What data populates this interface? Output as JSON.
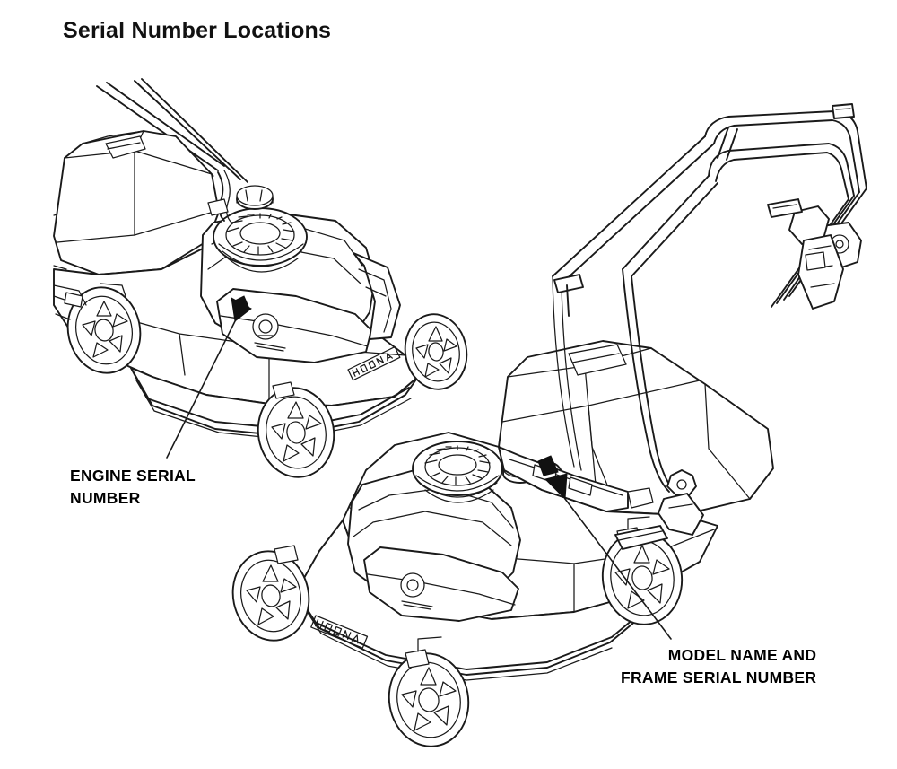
{
  "document": {
    "title": "Serial Number Locations",
    "background_color": "#ffffff",
    "line_color": "#1a1a1a",
    "text_color": "#000000"
  },
  "figure": {
    "name": "lawn-mower-serial-number-diagram",
    "type": "technical-line-illustration",
    "description": "Two three-quarter views of a walk-behind lawn mower with leader lines and solid arrowheads indicating serial number plate locations",
    "brand_emboss": "HONDA",
    "views": [
      {
        "id": "upper-left-mower",
        "label": "Upper left mower view (partial, cropped at left edge)"
      },
      {
        "id": "lower-right-mower",
        "label": "Lower right mower view with full handlebar"
      }
    ]
  },
  "callouts": [
    {
      "id": "engine-serial",
      "lines": [
        "ENGINE SERIAL",
        "NUMBER"
      ],
      "line1": "ENGINE SERIAL",
      "line2": "NUMBER",
      "align": "left",
      "arrow_target": "engine side cover of upper mower"
    },
    {
      "id": "frame-serial",
      "lines": [
        "MODEL NAME AND",
        "FRAME SERIAL NUMBER"
      ],
      "line1": "MODEL NAME AND",
      "line2": "FRAME SERIAL NUMBER",
      "align": "right",
      "arrow_target": "frame rail near handlebar mount of lower mower"
    }
  ]
}
